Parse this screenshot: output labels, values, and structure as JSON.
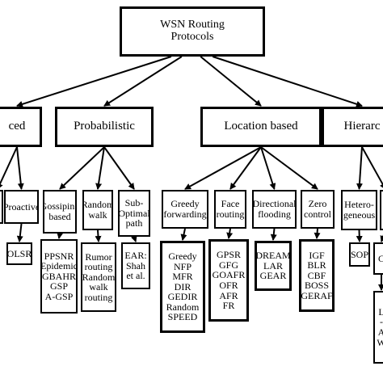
{
  "root": {
    "lines": [
      "WSN Routing",
      "Protocols"
    ]
  },
  "categories": [
    {
      "id": "c0",
      "label": "ced"
    },
    {
      "id": "c1",
      "label": "Probabilistic"
    },
    {
      "id": "c2",
      "label": "Location based"
    },
    {
      "id": "c3",
      "label": "Hierarc"
    }
  ],
  "subcategories": [
    {
      "id": "s0",
      "lines": [
        ""
      ]
    },
    {
      "id": "s1",
      "lines": [
        "Proactive"
      ]
    },
    {
      "id": "s2",
      "lines": [
        "Gossiping",
        "based"
      ]
    },
    {
      "id": "s3",
      "lines": [
        "Random",
        "walk"
      ]
    },
    {
      "id": "s4",
      "lines": [
        "Sub-",
        "Optimal",
        "path"
      ]
    },
    {
      "id": "s5",
      "lines": [
        "Greedy",
        "forwarding"
      ]
    },
    {
      "id": "s6",
      "lines": [
        "Face",
        "routing"
      ]
    },
    {
      "id": "s7",
      "lines": [
        "Directional",
        "flooding"
      ]
    },
    {
      "id": "s8",
      "lines": [
        "Zero",
        "control"
      ]
    },
    {
      "id": "s9",
      "lines": [
        "Hetero-",
        "geneous"
      ]
    },
    {
      "id": "s10",
      "lines": [
        ""
      ]
    }
  ],
  "protocols": [
    {
      "id": "p0",
      "lines": [
        "OLSR"
      ]
    },
    {
      "id": "p1",
      "lines": [
        "PPSNR",
        "Epidemic",
        "GBAHR",
        "GSP",
        "A-GSP"
      ]
    },
    {
      "id": "p2",
      "lines": [
        "Rumor",
        "routing",
        "Random",
        "walk",
        "routing"
      ]
    },
    {
      "id": "p3",
      "lines": [
        "EAR:",
        "Shah",
        "et al."
      ]
    },
    {
      "id": "p4",
      "lines": [
        "Greedy",
        "NFP",
        "MFR",
        "DIR",
        "GEDIR",
        "Random",
        "SPEED"
      ]
    },
    {
      "id": "p5",
      "lines": [
        "GPSR",
        "GFG",
        "GOAFR",
        "OFR",
        "AFR",
        "FR"
      ]
    },
    {
      "id": "p6",
      "lines": [
        "DREAM",
        "LAR",
        "GEAR"
      ]
    },
    {
      "id": "p7",
      "lines": [
        "IGF",
        "BLR",
        "CBF",
        "BOSS",
        "GERAF"
      ]
    },
    {
      "id": "p8",
      "lines": [
        "SOP"
      ]
    },
    {
      "id": "p9",
      "lines": [
        "C"
      ]
    },
    {
      "id": "p10",
      "lines": [
        "L",
        "-",
        "A",
        "W"
      ]
    }
  ]
}
